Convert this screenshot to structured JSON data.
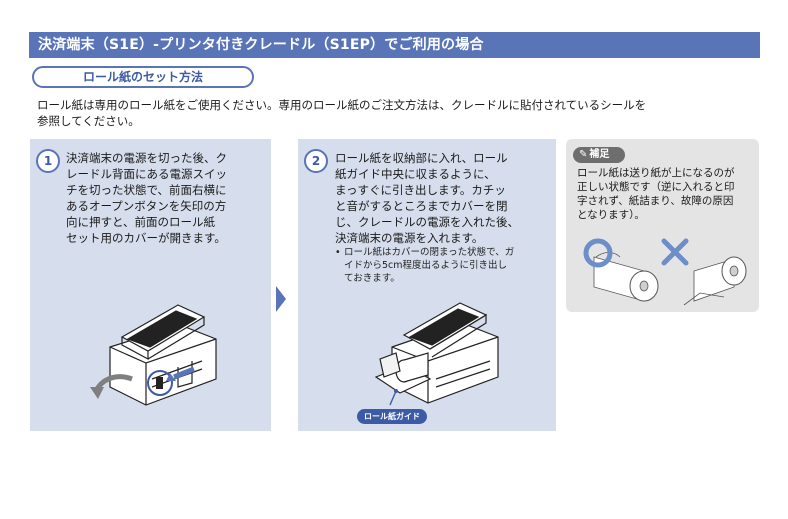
{
  "header": {
    "title": "決済端末（S1E）-プリンタ付きクレードル（S1EP）でご利用の場合"
  },
  "section": {
    "label": "ロール紙のセット方法"
  },
  "intro": {
    "line1": "ロール紙は専用のロール紙をご使用ください。専用のロール紙のご注文方法は、クレードルに貼付されているシールを",
    "line2": "参照してください。"
  },
  "step1": {
    "number": "1",
    "lines": [
      "決済端末の電源を切った後、ク",
      "レードル背面にある電源スイッ",
      "チを切った状態で、前面右横に",
      "あるオープンボタンを矢印の方",
      "向に押すと、前面のロール紙",
      "セット用のカバーが開きます。"
    ]
  },
  "step2": {
    "number": "2",
    "lines": [
      "ロール紙を収納部に入れ、ロール",
      "紙ガイド中央に収まるように、",
      "まっすぐに引き出します。カチッ",
      "と音がするところまでカバーを閉",
      "じ、クレードルの電源を入れた後、",
      "決済端末の電源を入れます。"
    ],
    "note_bullet": "•",
    "note_lines": [
      "ロール紙はカバーの閉まった状態で、ガ",
      "イドから5cm程度出るように引き出し",
      "ておきます。"
    ],
    "guide_label": "ロール紙ガイド"
  },
  "supplement": {
    "badge": "補足",
    "lines": [
      "ロール紙は送り紙が上になるのが",
      "正しい状態です（逆に入れると印",
      "字されず、紙詰まり、故障の原因",
      "となります）。"
    ]
  },
  "colors": {
    "accent": "#5a74b8",
    "panel_bg": "#d6deed",
    "supplement_bg": "#e4e4e4",
    "correct_mark": "#6d8ec9",
    "wrong_mark": "#6d8ec9"
  }
}
